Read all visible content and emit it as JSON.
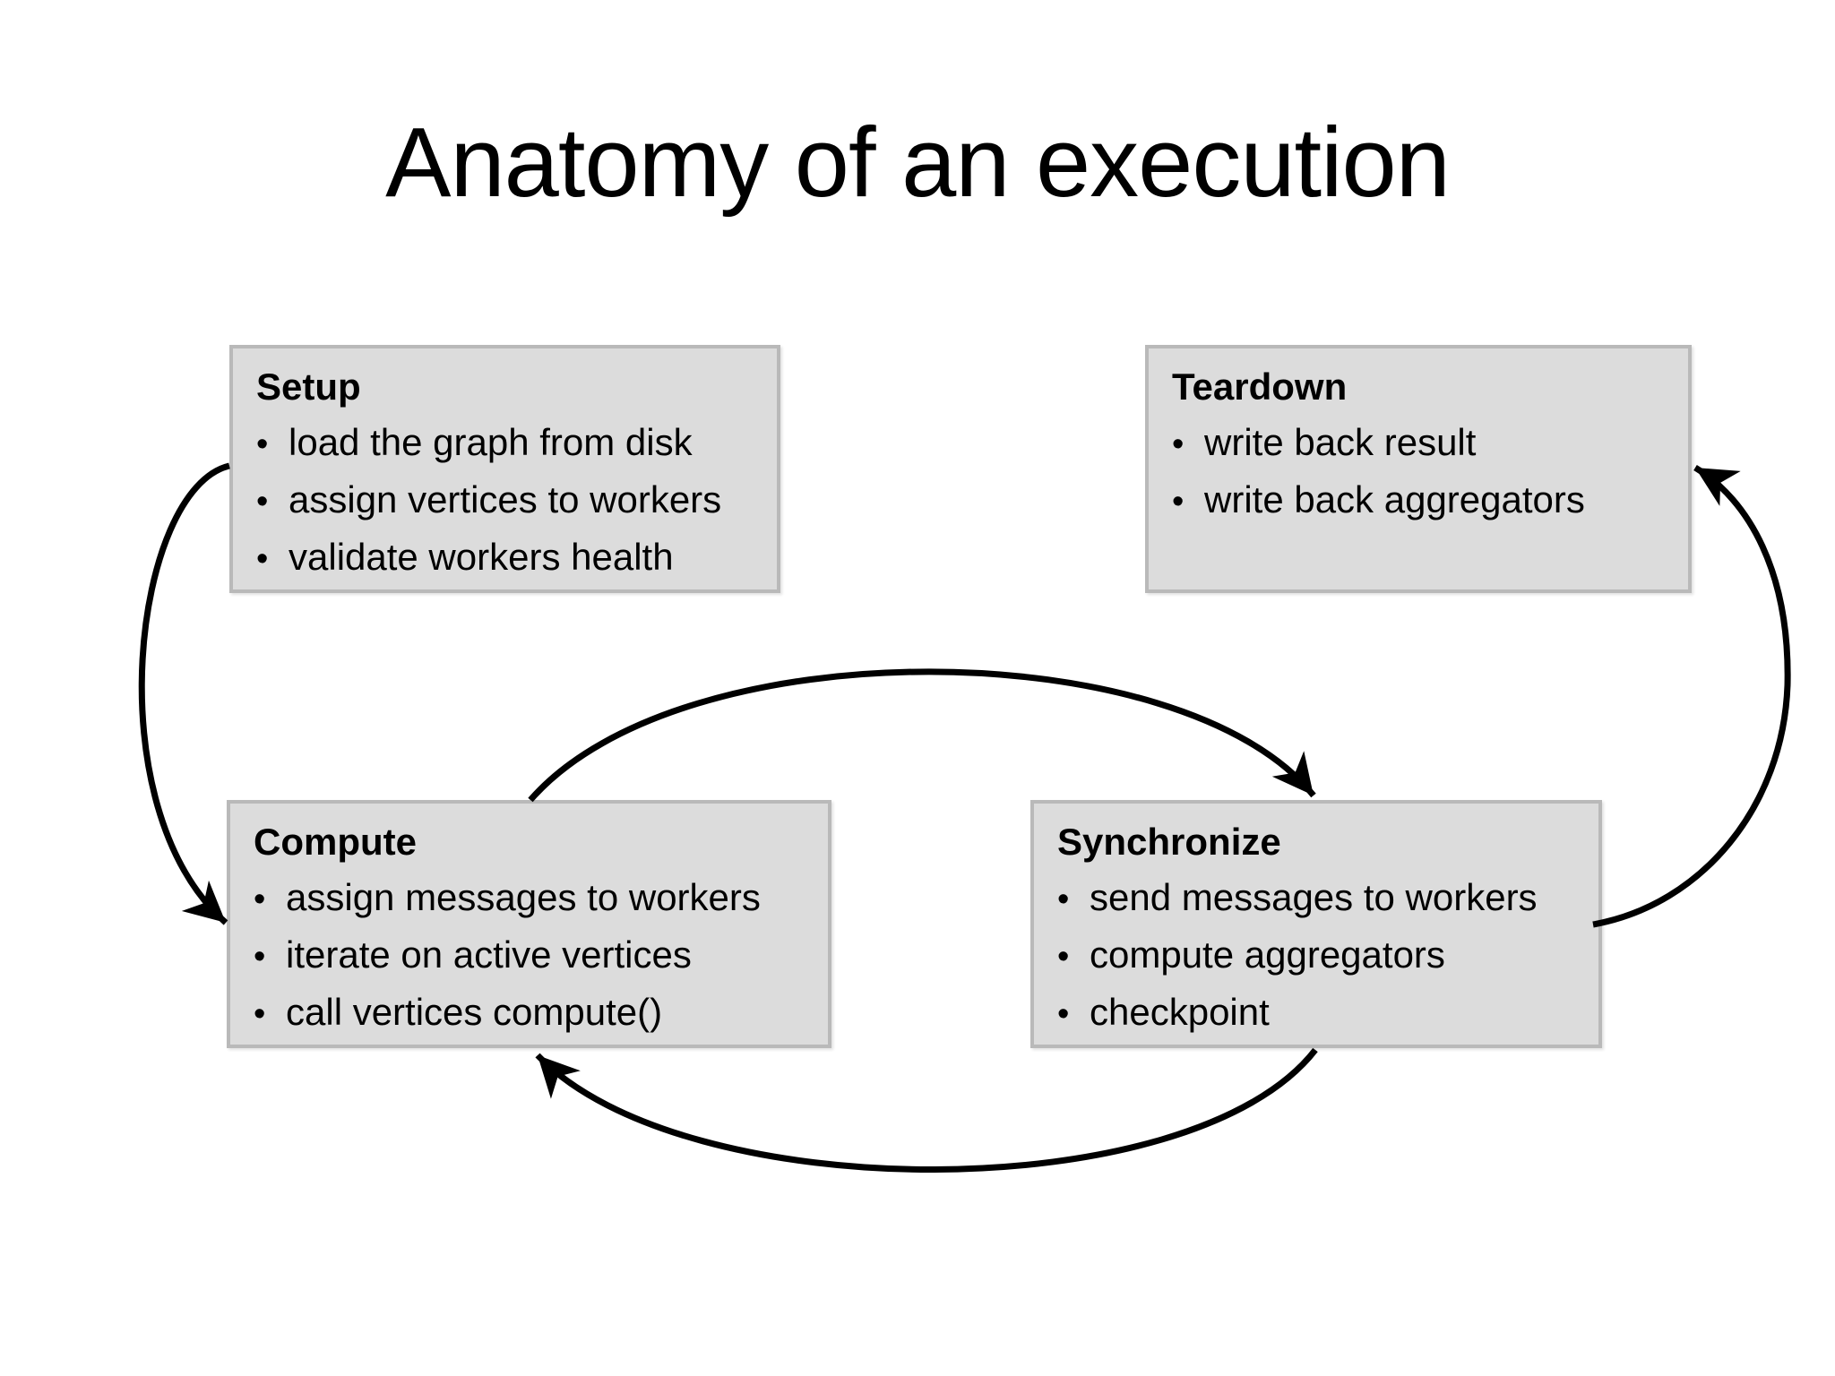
{
  "slide": {
    "title": "Anatomy of an execution"
  },
  "glyphs": {
    "bullet": "•"
  },
  "colors": {
    "background": "#ffffff",
    "box_fill": "#dcdcdc",
    "box_border": "#b9b9b9",
    "text": "#000000",
    "arrow": "#000000"
  },
  "boxes": {
    "setup": {
      "title": "Setup",
      "bullets": [
        "load the graph from disk",
        "assign vertices to workers",
        "validate workers health"
      ]
    },
    "teardown": {
      "title": "Teardown",
      "bullets": [
        "write back result",
        "write back aggregators"
      ]
    },
    "compute": {
      "title": "Compute",
      "bullets": [
        "assign messages to workers",
        "iterate on active vertices",
        "call vertices compute()"
      ]
    },
    "synchronize": {
      "title": "Synchronize",
      "bullets": [
        "send messages to workers",
        "compute aggregators",
        "checkpoint"
      ]
    }
  },
  "arrows": [
    {
      "from": "setup",
      "to": "compute"
    },
    {
      "from": "compute",
      "to": "synchronize"
    },
    {
      "from": "synchronize",
      "to": "compute"
    },
    {
      "from": "synchronize",
      "to": "teardown"
    }
  ]
}
